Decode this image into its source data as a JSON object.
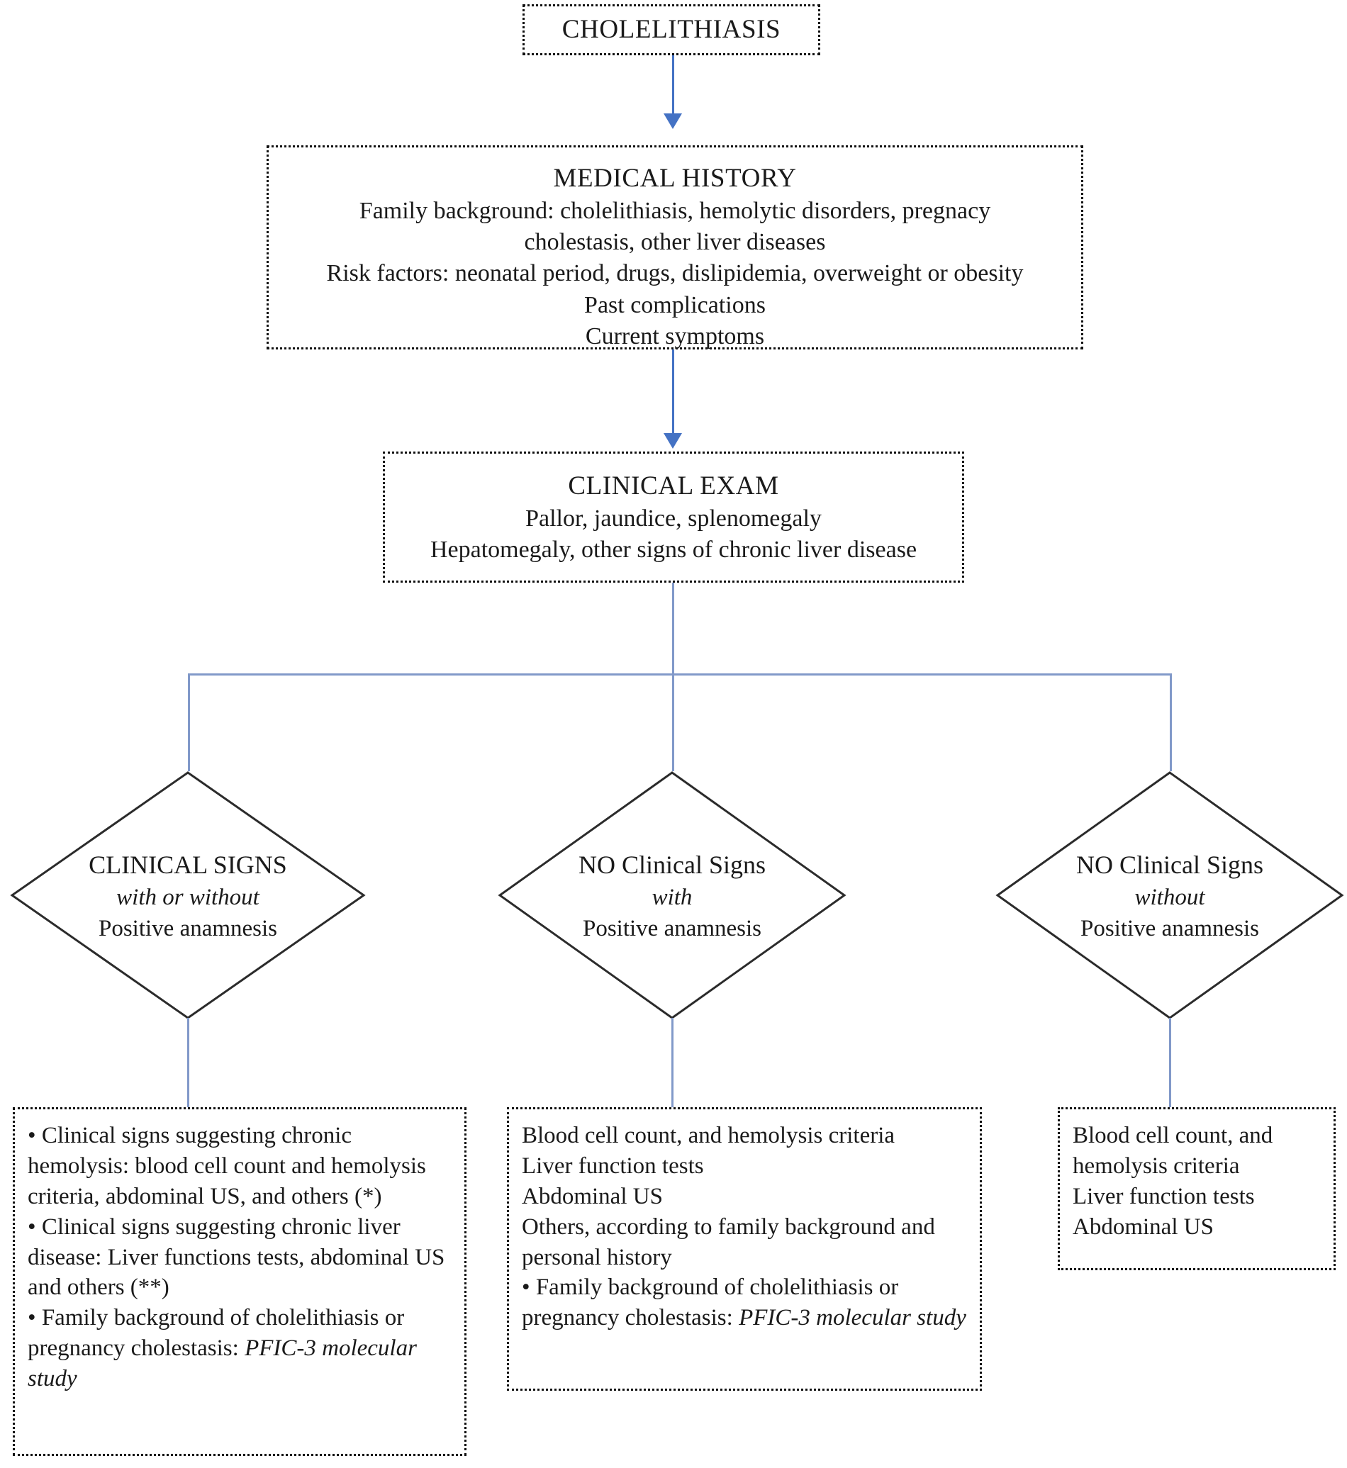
{
  "diagram": {
    "type": "clinical-flowchart",
    "accent_color": "#4472c4",
    "connector_color": "#8199c9",
    "box_border_color": "#111111",
    "nodes": {
      "root": {
        "label": "CHOLELITHIASIS"
      },
      "medical_history": {
        "title": "MEDICAL HISTORY",
        "lines": [
          "Family background:  cholelithiasis, hemolytic disorders, pregnacy",
          "cholestasis, other liver diseases",
          "Risk factors: neonatal  period, drugs, dislipidemia, overweight  or obesity",
          "Past complications",
          "Current  symptoms"
        ]
      },
      "clinical_exam": {
        "title": "CLINICAL EXAM",
        "lines": [
          "Pallor, jaundice,  splenomegaly",
          "Hepatomegaly,  other  signs of chronic liver disease"
        ]
      }
    },
    "decisions": [
      {
        "head": "CLINICAL SIGNS",
        "sub": "with or without",
        "foot": "Positive anamnesis"
      },
      {
        "head": "NO Clinical Signs",
        "sub": "with",
        "foot": "Positive anamnesis"
      },
      {
        "head": "NO Clinical Signs",
        "sub": "without",
        "foot": "Positive anamnesis"
      }
    ],
    "outcomes": [
      {
        "name": "left-outcome",
        "segments": [
          {
            "bullet": true,
            "text": "Clinical signs suggesting  chronic hemolysis: blood cell count and hemolysis criteria,  abdominal US,  and others (*)"
          },
          {
            "bullet": true,
            "text": "Clinical signs suggesting  chronic liver disease: Liver functions tests, abdominal US and others (**)"
          },
          {
            "bullet": true,
            "text": "Family background  of cholelithiasis or pregnancy  cholestasis: ",
            "italic_tail": "PFIC-3 molecular study"
          }
        ]
      },
      {
        "name": "middle-outcome",
        "segments": [
          {
            "bullet": false,
            "text": "Blood cell count, and hemolysis criteria"
          },
          {
            "bullet": false,
            "text": "Liver function  tests"
          },
          {
            "bullet": false,
            "text": "Abdominal US"
          },
          {
            "bullet": false,
            "text": "Others, according  to family background and personal  history"
          },
          {
            "bullet": true,
            "text": "Family background  of cholelithiasis or pregnancy  cholestasis: ",
            "italic_tail": "PFIC-3 molecular study"
          }
        ]
      },
      {
        "name": "right-outcome",
        "segments": [
          {
            "bullet": false,
            "text": "Blood cell count, and"
          },
          {
            "bullet": false,
            "text": "hemolysis criteria"
          },
          {
            "bullet": false,
            "text": "Liver function  tests"
          },
          {
            "bullet": false,
            "text": "Abdominal US"
          }
        ]
      }
    ]
  }
}
